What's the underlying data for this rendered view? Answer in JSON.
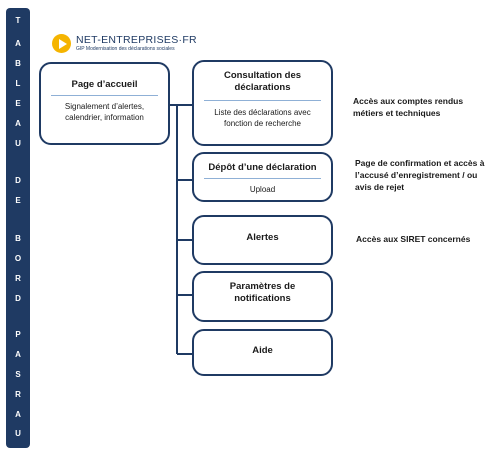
{
  "sidebar": {
    "letters": [
      "T",
      "A",
      "B",
      "L",
      "E",
      "A",
      "U",
      "D",
      "E",
      "B",
      "O",
      "R",
      "D",
      "P",
      "A",
      "S",
      "R",
      "A",
      "U"
    ]
  },
  "logo": {
    "name": "NET-ENTREPRISES·FR",
    "tagline": "GIP Modernisation des déclarations sociales"
  },
  "home": {
    "title": "Page d’accueil",
    "description": "Signalement d’alertes, calendrier, information"
  },
  "items": [
    {
      "title": "Consultation des déclarations",
      "description": "Liste des déclarations avec fonction de recherche",
      "note": "Accès aux comptes rendus métiers et techniques"
    },
    {
      "title": "Dépôt d’une déclaration",
      "description": "Upload",
      "note": "Page de confirmation et accès à l’accusé d’enregistrement / ou avis de rejet"
    },
    {
      "title": "Alertes",
      "note": "Accès aux SIRET concernés"
    },
    {
      "title": "Paramètres de notifications"
    },
    {
      "title": "Aide"
    }
  ],
  "colors": {
    "primary": "#1f3a63",
    "accent": "#f5b400",
    "separator": "#8fb0d6"
  }
}
